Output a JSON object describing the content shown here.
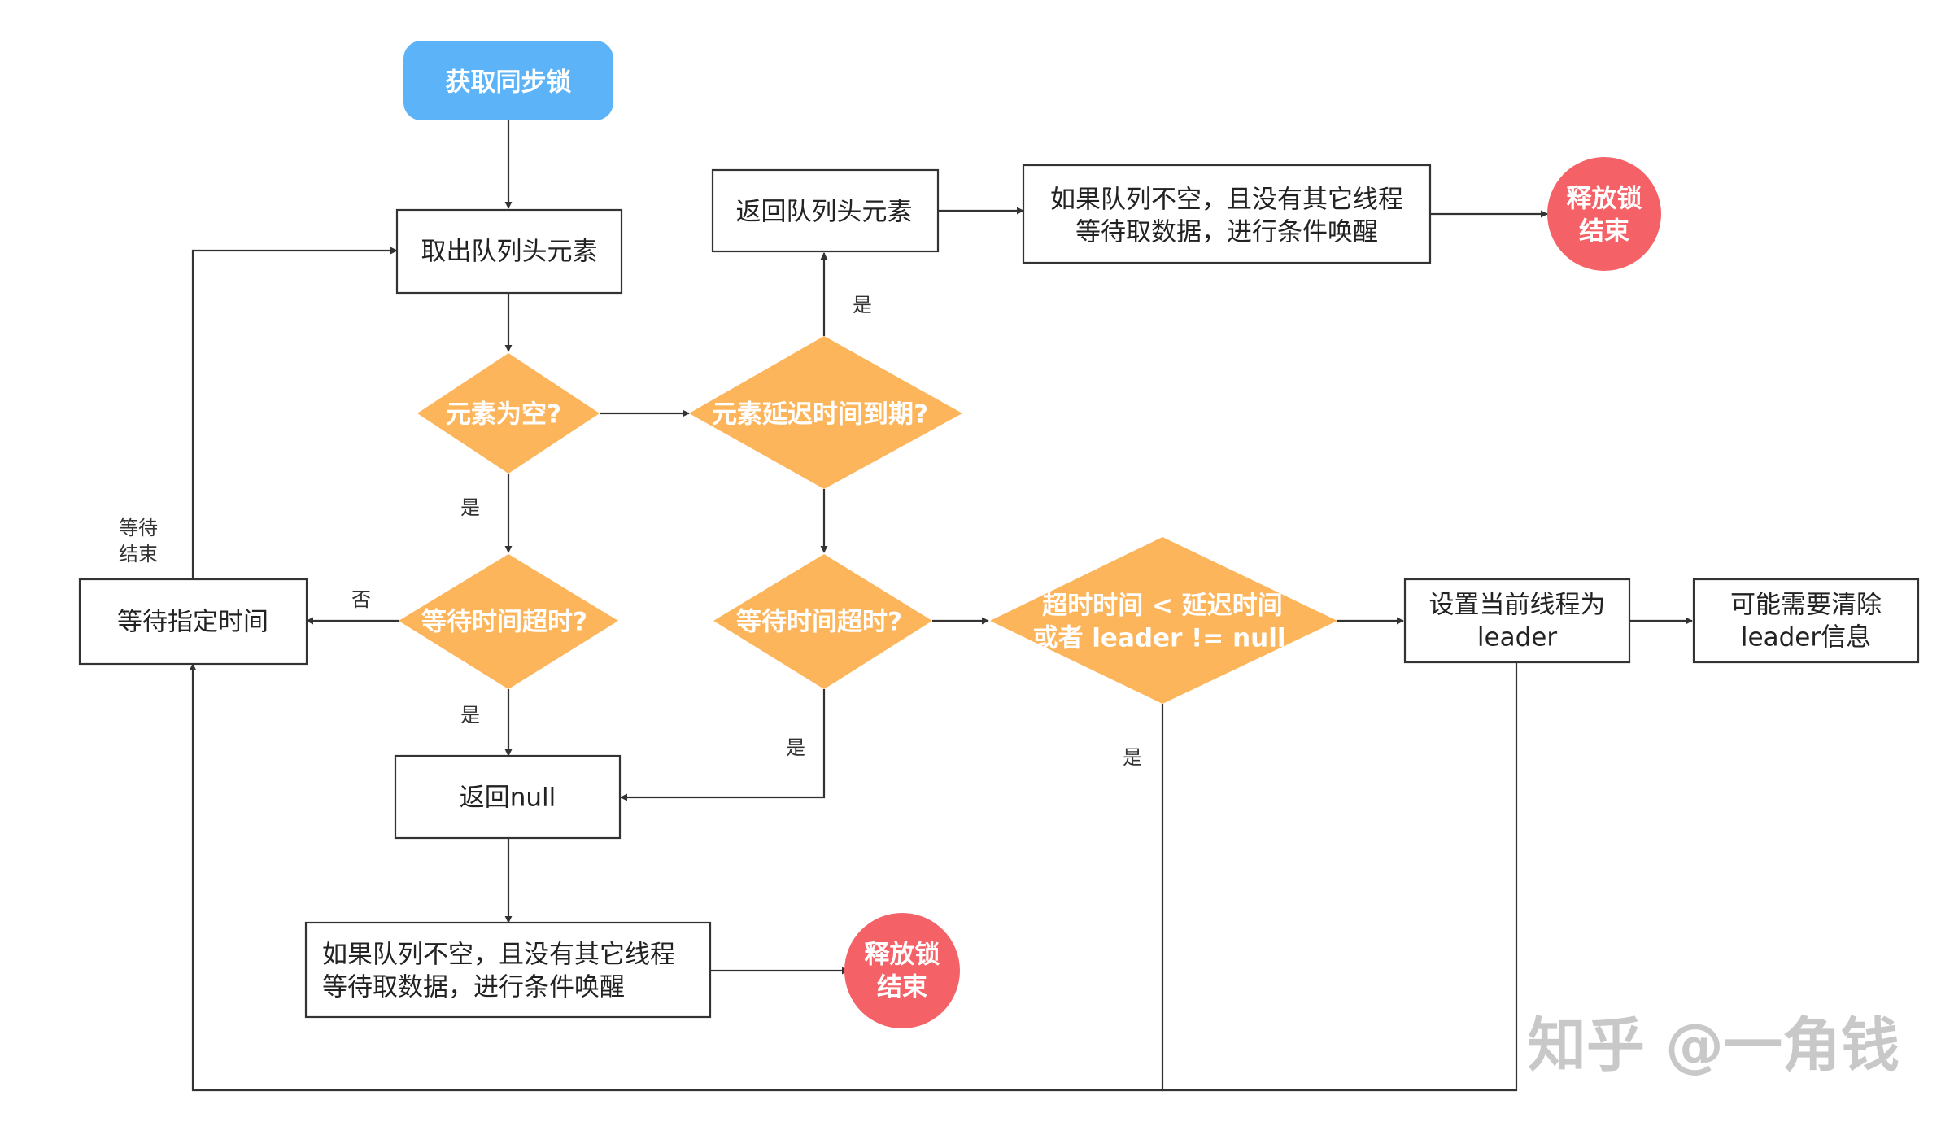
{
  "nodes": {
    "start": "获取同步锁",
    "take_head": "取出队列头元素",
    "is_empty": "元素为空?",
    "delay_expired": "元素延迟时间到期?",
    "return_head": "返回队列头元素",
    "signal_top": [
      "如果队列不空，且没有其它线程",
      "等待取数据，进行条件唤醒"
    ],
    "release_top": [
      "释放锁",
      "结束"
    ],
    "wait_timeout_left": "等待时间超时?",
    "wait_timeout_mid": "等待时间超时?",
    "wait_specified": "等待指定时间",
    "wait_end_note": [
      "等待",
      "结束"
    ],
    "return_null": "返回null",
    "signal_bottom": [
      "如果队列不空，且没有其它线程",
      "等待取数据，进行条件唤醒"
    ],
    "release_bottom": [
      "释放锁",
      "结束"
    ],
    "check_leader": [
      "超时时间 < 延迟时间",
      "或者 leader != null"
    ],
    "set_leader": [
      "设置当前线程为",
      "leader"
    ],
    "clear_leader": [
      "可能需要清除",
      "leader信息"
    ]
  },
  "edge_labels": {
    "yes": "是",
    "no": "否"
  },
  "watermark": "知乎 @一角钱",
  "colors": {
    "start_fill": "#5CB3F8",
    "decision_fill": "#FDB55C",
    "terminal_fill": "#F46166",
    "line": "#333333"
  }
}
